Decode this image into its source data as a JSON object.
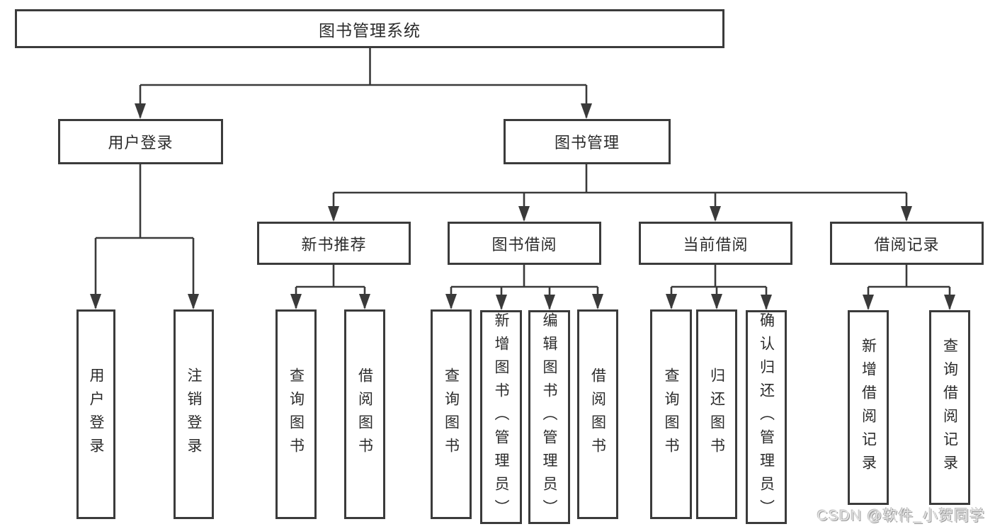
{
  "diagram": {
    "title": "图书管理系统",
    "watermark": "CSDN @软件_小贺同学",
    "colors": {
      "line": "#3a3a3a",
      "box_border": "#3b3b3b",
      "text": "#2b2b2b",
      "background": "#ffffff",
      "watermark": "#e3e3e3"
    },
    "nodes": {
      "root": {
        "label": "图书管理系统"
      },
      "level2": {
        "user_login": {
          "label": "用户登录"
        },
        "book_mgmt": {
          "label": "图书管理"
        }
      },
      "level3": {
        "new_book_rec": {
          "label": "新书推荐"
        },
        "book_borrow": {
          "label": "图书借阅"
        },
        "current_borrow": {
          "label": "当前借阅"
        },
        "borrow_record": {
          "label": "借阅记录"
        }
      },
      "leaves": {
        "user_login": {
          "label": "用户登录"
        },
        "logout": {
          "label": "注销登录"
        },
        "rec_query_book": {
          "label": "查询图书"
        },
        "rec_borrow_book": {
          "label": "借阅图书"
        },
        "bb_query_book": {
          "label": "查询图书"
        },
        "bb_add_book": {
          "label": "新增图书（管理员）"
        },
        "bb_edit_book": {
          "label": "编辑图书（管理员）"
        },
        "bb_borrow_book": {
          "label": "借阅图书"
        },
        "cb_query_book": {
          "label": "查询图书"
        },
        "cb_return_book": {
          "label": "归还图书"
        },
        "cb_confirm_return": {
          "label": "确认归还（管理员）"
        },
        "br_add_record": {
          "label": "新增借阅记录"
        },
        "br_query_record": {
          "label": "查询借阅记录"
        }
      }
    }
  }
}
